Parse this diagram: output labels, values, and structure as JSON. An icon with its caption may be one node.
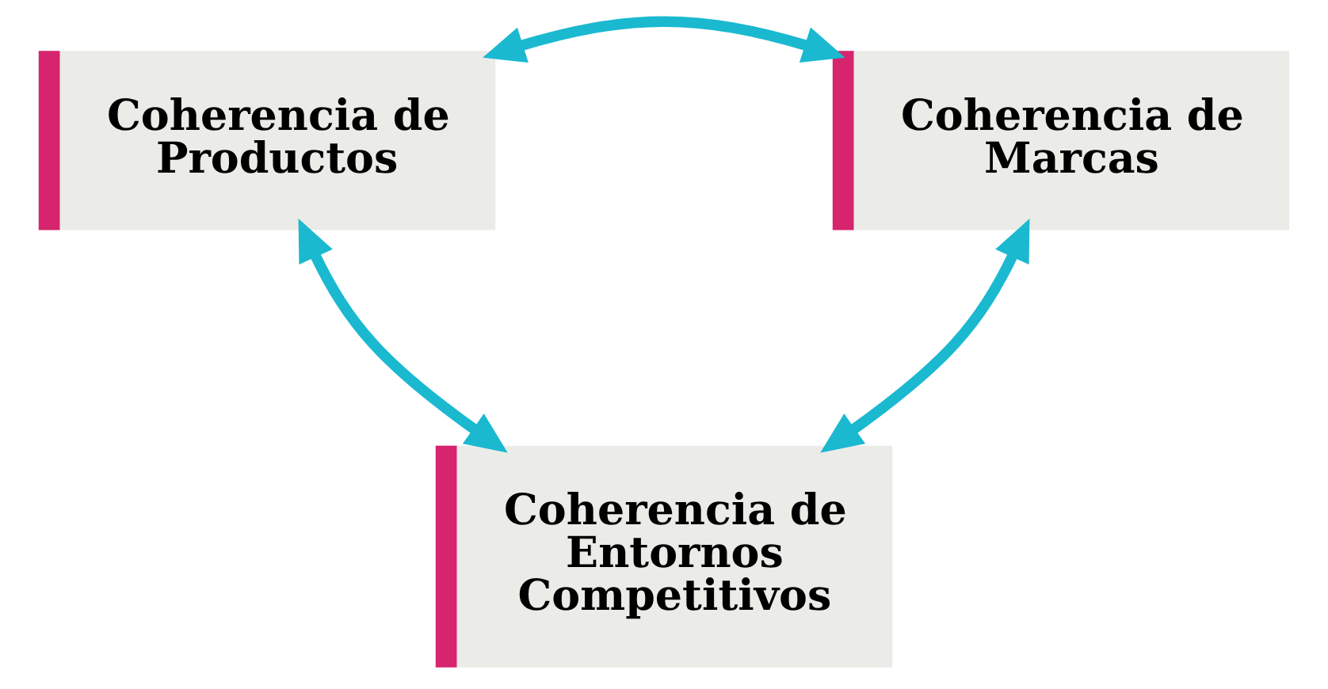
{
  "diagram": {
    "nodes": [
      {
        "text": [
          "Coherencia de Productos"
        ]
      },
      {
        "text": [
          "Coherencia de Marcas"
        ]
      },
      {
        "text": [
          "Coherencia de Entornos Competitivos"
        ]
      }
    ],
    "edges": [
      {
        "from": 0,
        "to": 1,
        "arrow": "both"
      },
      {
        "from": 0,
        "to": 2,
        "arrow": "both"
      },
      {
        "from": 1,
        "to": 2,
        "arrow": "both"
      }
    ]
  }
}
